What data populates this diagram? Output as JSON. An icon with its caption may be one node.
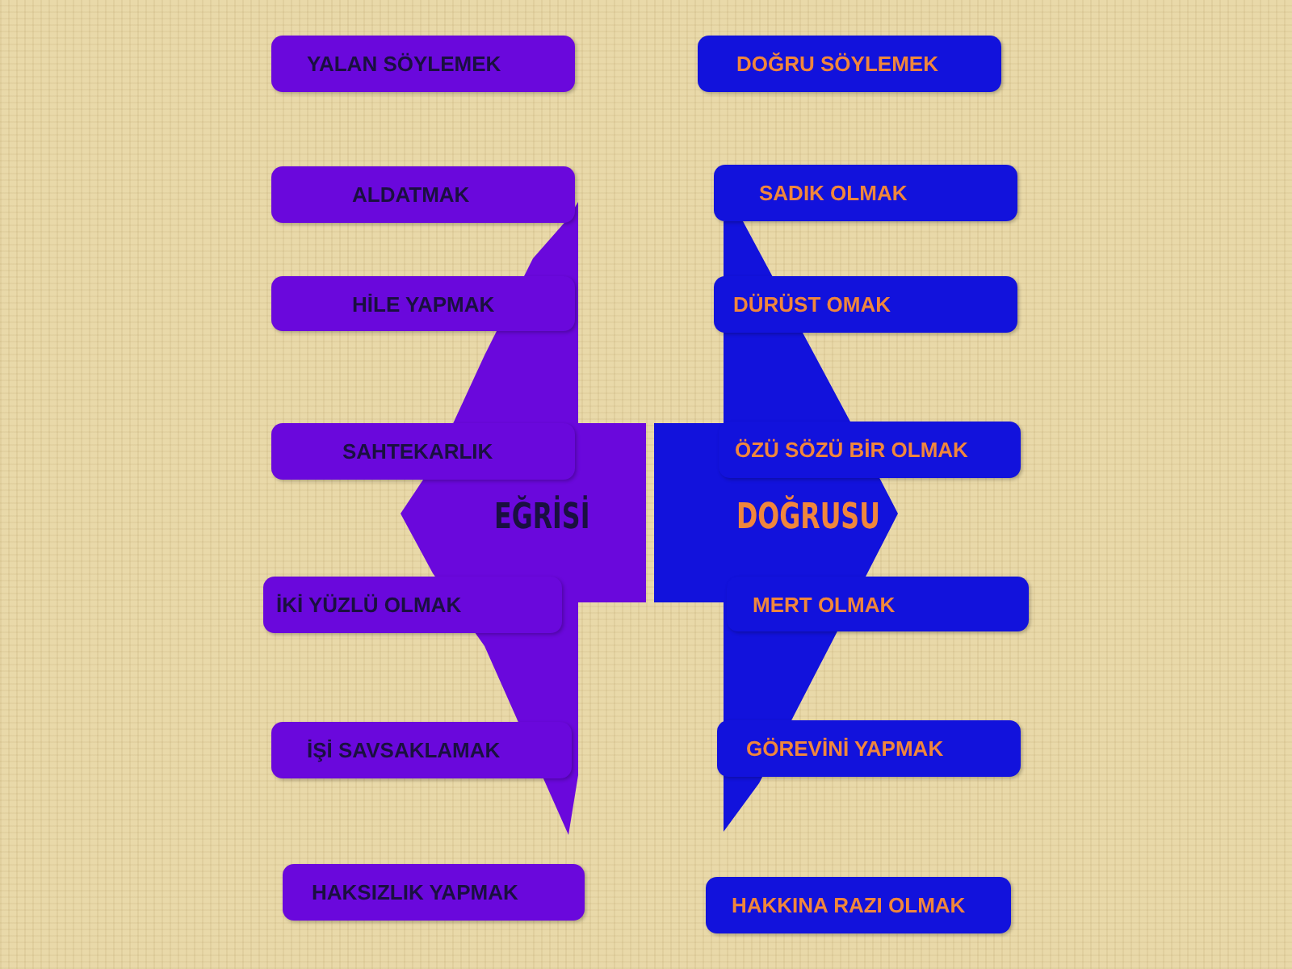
{
  "diagram": {
    "nodes": [
      {
        "text": [
          "YALAN SÖYLEMEK"
        ]
      },
      {
        "text": [
          "ALDATMAK"
        ]
      },
      {
        "text": [
          "HİLE YAPMAK"
        ]
      },
      {
        "text": [
          "SAHTEKARLIK"
        ]
      },
      {
        "text": [
          "EĞRİSİ"
        ]
      },
      {
        "text": [
          "İKİ YÜZLÜ OLMAK"
        ]
      },
      {
        "text": [
          "İŞİ SAVSAKLAMAK"
        ]
      },
      {
        "text": [
          "HAKSIZLIK YAPMAK"
        ]
      },
      {
        "text": [
          "DOĞRU SÖYLEMEK"
        ]
      },
      {
        "text": [
          "SADIK OLMAK"
        ]
      },
      {
        "text": [
          "DÜRÜST OMAK"
        ]
      },
      {
        "text": [
          "ÖZÜ SÖZÜ BİR OLMAK"
        ]
      },
      {
        "text": [
          "DOĞRUSU"
        ]
      },
      {
        "text": [
          "MERT OLMAK"
        ]
      },
      {
        "text": [
          "GÖREVİNİ YAPMAK"
        ]
      },
      {
        "text": [
          "HAKKINA RAZI OLMAK"
        ]
      }
    ]
  }
}
